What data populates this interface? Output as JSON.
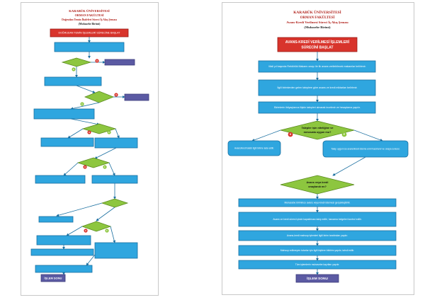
{
  "left_doc": {
    "header": [
      "KARABÜK ÜNİVERSİTESİ",
      "ORMAN FAKÜLTESİ",
      "Doğrudan Temin İhaleleri Süreci İş Akış Şeması",
      "(Muhasebe Birimi)"
    ],
    "start_label": "DOĞRUDAN TEMİN İŞLEMLERİ SÜRECİNE BAŞLAT",
    "end_label": "İŞLEM SONU",
    "steps": [
      "",
      "",
      "",
      "",
      "",
      "",
      "",
      "",
      "",
      "",
      "",
      "",
      ""
    ],
    "decisions": [
      "",
      "",
      "",
      "",
      ""
    ],
    "side_boxes": [
      "",
      ""
    ],
    "evet": "E",
    "hayir": "H"
  },
  "right_doc": {
    "header": [
      "KARABÜK ÜNİVERSİTESİ",
      "ORMAN FAKÜLTESİ",
      "Avans-Kredi Verilmesi Süreci İş Akış Şeması",
      "(Muhasebe Birimi)"
    ],
    "start_label": [
      "AVANS-KREDİ VERİLMESİ İŞLEMLERİ",
      "SÜRECİNİ BAŞLAT"
    ],
    "steps": [
      "Mali yıl başında Rektörlük Makamı onayı ile ilk avans verilebilecek makamlar belirlenir.",
      "İlgili birimlerden gelen taleplere göre avans ve kredi miktarları belirlenir.",
      "Birimlerin ihtiyaçlarına ilişkin talepleri alınarak incelenir ve hesaplama yapılır."
    ],
    "decision_1": [
      "Talepler işin niteliğine ve",
      "mevzuata uygun mu?"
    ],
    "left_result": "Avans/kredi talebi ilgili birime iade edilir.",
    "right_result": "Talep uygun ise avans/kredi ödeme emri hazırlanır ve onaya sunulur.",
    "decision_2": [
      "Avans veya kredi",
      "onaylandı mı?"
    ],
    "bottom_steps": [
      "Muhasebe birimince avans veya kredi ödemesi gerçekleştirilir.",
      "Avans ve kredi süresi içinde kapatılması takip edilir; harcama belgeleri kontrol edilir.",
      "Avans-kredi mahsup işlemleri ilgili birim tarafından yapılır.",
      "Mahsup edilmeyen tutarlar için ilgili kişilere bildirim yapılır, tahsil edilir.",
      "Tüm işlemlerin muhasebe kayıtları yapılır."
    ],
    "end_label": "İŞLEM SONU",
    "evet": "E",
    "hayir": "H"
  }
}
